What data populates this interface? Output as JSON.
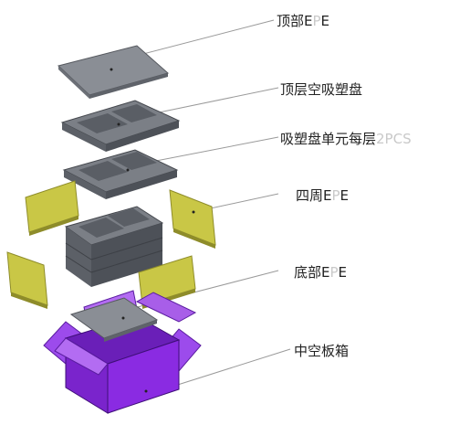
{
  "labels": {
    "top_epe": {
      "main": "顶部E",
      "ghost": "P",
      "end": "E"
    },
    "top_tray": {
      "main": "顶层空吸塑盘"
    },
    "tray_per_layer": {
      "main": "吸塑盘单元每层",
      "ghost": "2PCS"
    },
    "side_epe": {
      "main": "四周E",
      "ghost": "P",
      "end": "E"
    },
    "bottom_epe": {
      "main": "底部E",
      "ghost": "P",
      "end": "E"
    },
    "carton": {
      "main": "中空板箱"
    }
  },
  "colors": {
    "epe_top": "#8a8e95",
    "epe_side": "#5f636a",
    "tray_top": "#7b7f86",
    "tray_dark": "#4d5158",
    "panel_face": "#c9c746",
    "panel_edge": "#8e8c2a",
    "box_front": "#8a2be2",
    "box_side": "#6a1fb8",
    "box_flap": "#b36cf2",
    "leader": "#9a9a9a"
  }
}
